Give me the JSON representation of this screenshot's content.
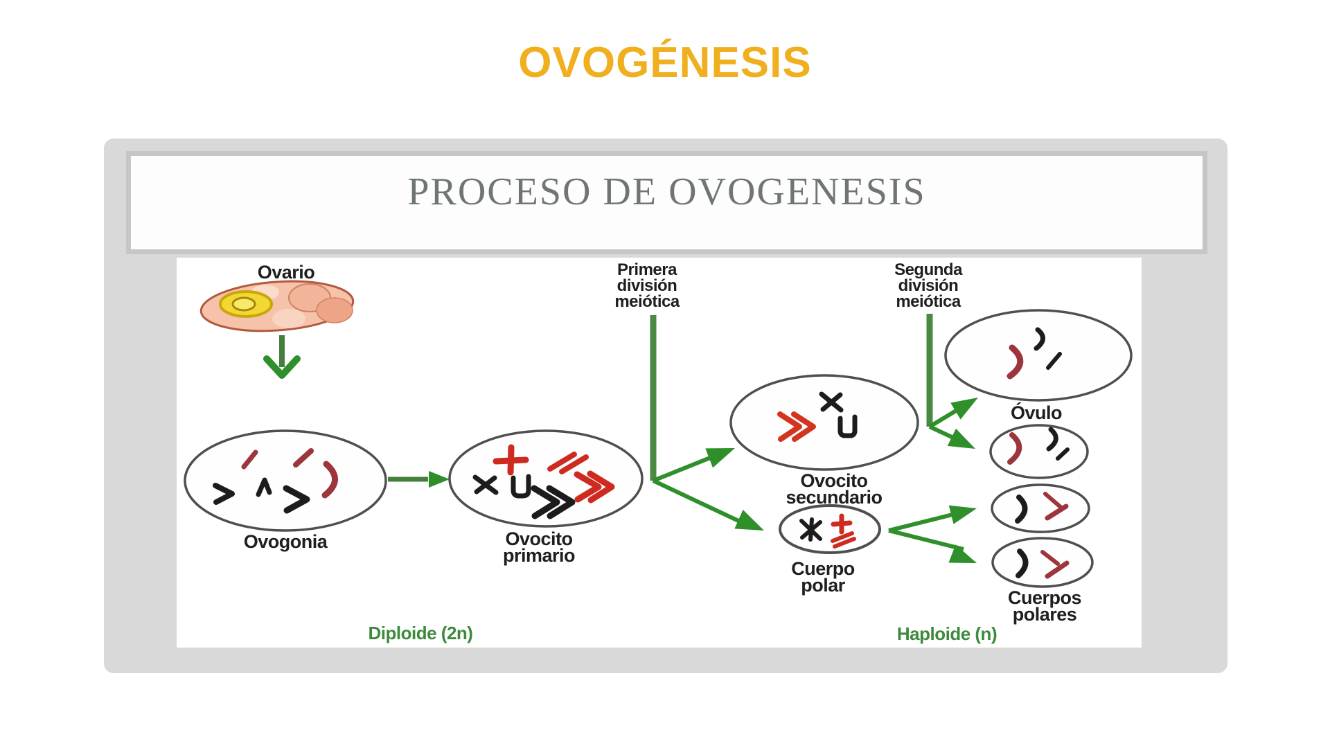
{
  "page": {
    "title": "OVOGÉNESIS",
    "title_color": "#F0AF1E",
    "background": "#ffffff"
  },
  "slide": {
    "header": "PROCESO DE OVOGENESIS",
    "header_text_color": "#6f7672",
    "background": "#d9d9d9"
  },
  "diagram": {
    "labels": {
      "ovario": "Ovario",
      "primera_division": [
        "Primera",
        "división",
        "meiótica"
      ],
      "segunda_division": [
        "Segunda",
        "división",
        "meiótica"
      ],
      "ovogonia": "Ovogonia",
      "ovocito_primario": [
        "Ovocito",
        "primario"
      ],
      "ovocito_secundario": [
        "Ovocito",
        "secundario"
      ],
      "cuerpo_polar": [
        "Cuerpo",
        "polar"
      ],
      "ovulo": "Óvulo",
      "cuerpos_polares": [
        "Cuerpos",
        "polares"
      ],
      "diploide": "Diploide (2n)",
      "haploide": "Haploide (n)"
    },
    "colors": {
      "arrow_green": "#2f8f2b",
      "stem_green": "#44803c",
      "label_green": "#3d8a3d",
      "cell_outline": "#4f4f4f",
      "chromosome_dark_red": "#9c353c",
      "chromosome_bright_red": "#cf2a20",
      "chromosome_black": "#1c1c1c"
    }
  }
}
